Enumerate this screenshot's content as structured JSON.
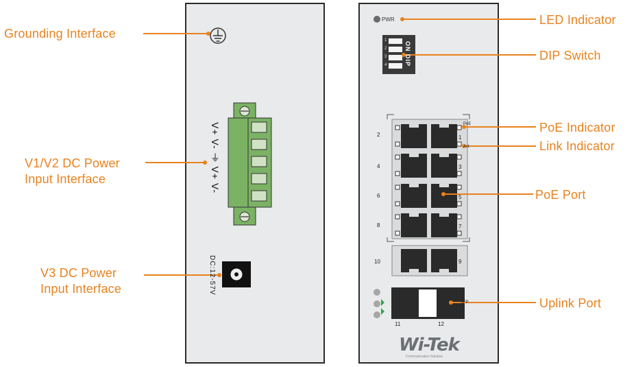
{
  "labels": {
    "grounding": "Grounding Interface",
    "v1v2_line1": "V1/V2 DC Power",
    "v1v2_line2": "Input Interface",
    "v3_line1": "V3 DC Power",
    "v3_line2": "Input Interface",
    "led": "LED Indicator",
    "dip": "DIP Switch",
    "poe_indicator": "PoE Indicator",
    "link_indicator": "Link Indicator",
    "poe_port": "PoE Port",
    "uplink": "Uplink Port"
  },
  "left_panel": {
    "terminal_marking": "V+ V- ⏚ V+ V-",
    "dc_marking": "DC:12-57V"
  },
  "right_panel": {
    "pwr": "PWR",
    "dip_marking": "ON DIP",
    "dip_numbers": [
      "1",
      "2",
      "3",
      "4"
    ],
    "port_numbers_left": [
      "2",
      "4",
      "6",
      "8",
      "10"
    ],
    "port_numbers_right": [
      "1",
      "3",
      "5",
      "7",
      "9"
    ],
    "indicator_poe": "PoE",
    "indicator_act": "Act",
    "uplink_numbers": [
      "11",
      "12"
    ],
    "sfp": "SFP",
    "logo": "Wi-Tek",
    "logo_sub": "Communication Solution"
  },
  "colors": {
    "accent": "#e8821e",
    "panel": "#e9eaeb",
    "terminal": "#7bb264",
    "led_green": "#2ea84a"
  }
}
